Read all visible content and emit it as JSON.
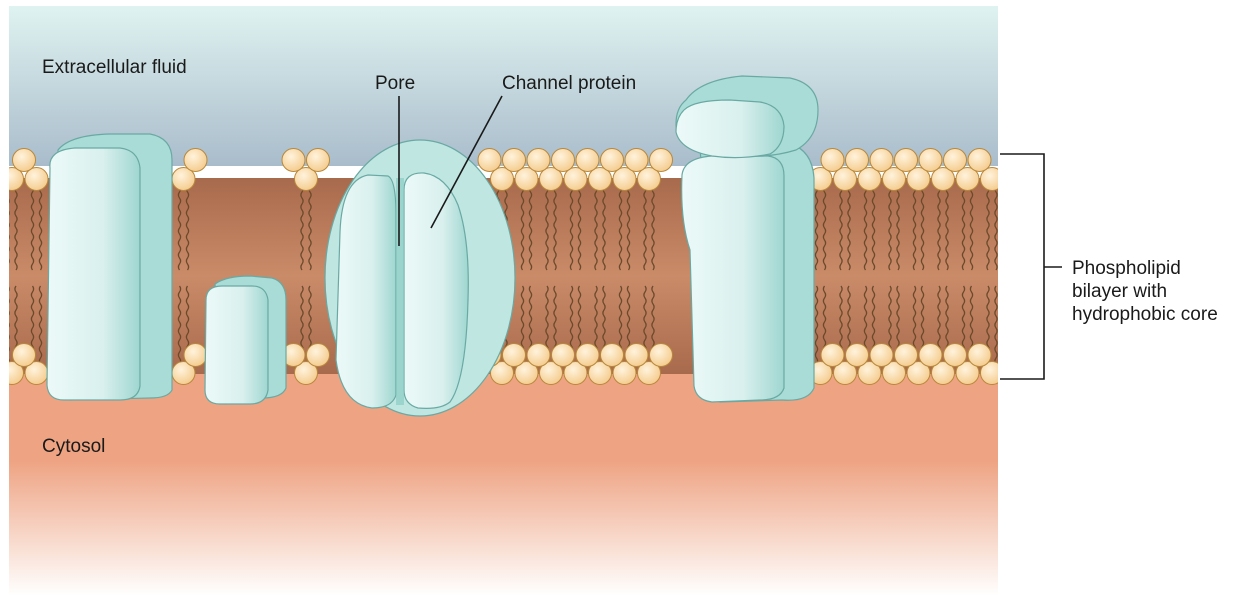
{
  "labels": {
    "extracellular": "Extracellular fluid",
    "cytosol": "Cytosol",
    "pore": "Pore",
    "channel_protein": "Channel protein",
    "bilayer": [
      "Phospholipid",
      "bilayer with",
      "hydrophobic core"
    ]
  },
  "colors": {
    "extracellular_top": "#dff3f1",
    "extracellular_bottom": "#a9bccb",
    "cytosol": "#eea383",
    "lipid_head": "#f4ca8a",
    "lipid_head_outline": "#b8883c",
    "lipid_tail": "#6b4a2b",
    "core": "#b87a5a",
    "protein_light": "#d9f0ee",
    "protein_dark": "#9fd6d0",
    "protein_outline": "#5a9a95"
  },
  "structures": [
    {
      "name": "integral-protein-left",
      "spans_membrane": true
    },
    {
      "name": "peripheral-protein-inner",
      "spans_membrane": false
    },
    {
      "name": "channel-protein",
      "spans_membrane": true,
      "has_pore": true
    },
    {
      "name": "glycoprotein-right",
      "spans_membrane": true,
      "has_cap": true
    }
  ]
}
